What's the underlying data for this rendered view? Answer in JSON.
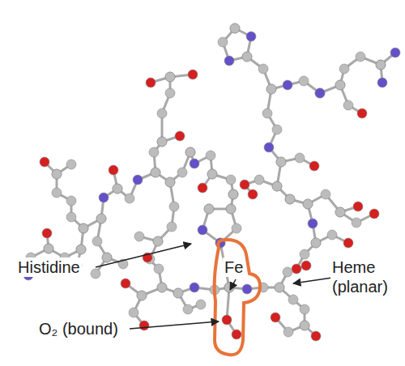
{
  "diagram": {
    "labels": [
      "Histidine",
      "Fe",
      "Heme (planar)",
      "O₂ (bound)"
    ]
  }
}
